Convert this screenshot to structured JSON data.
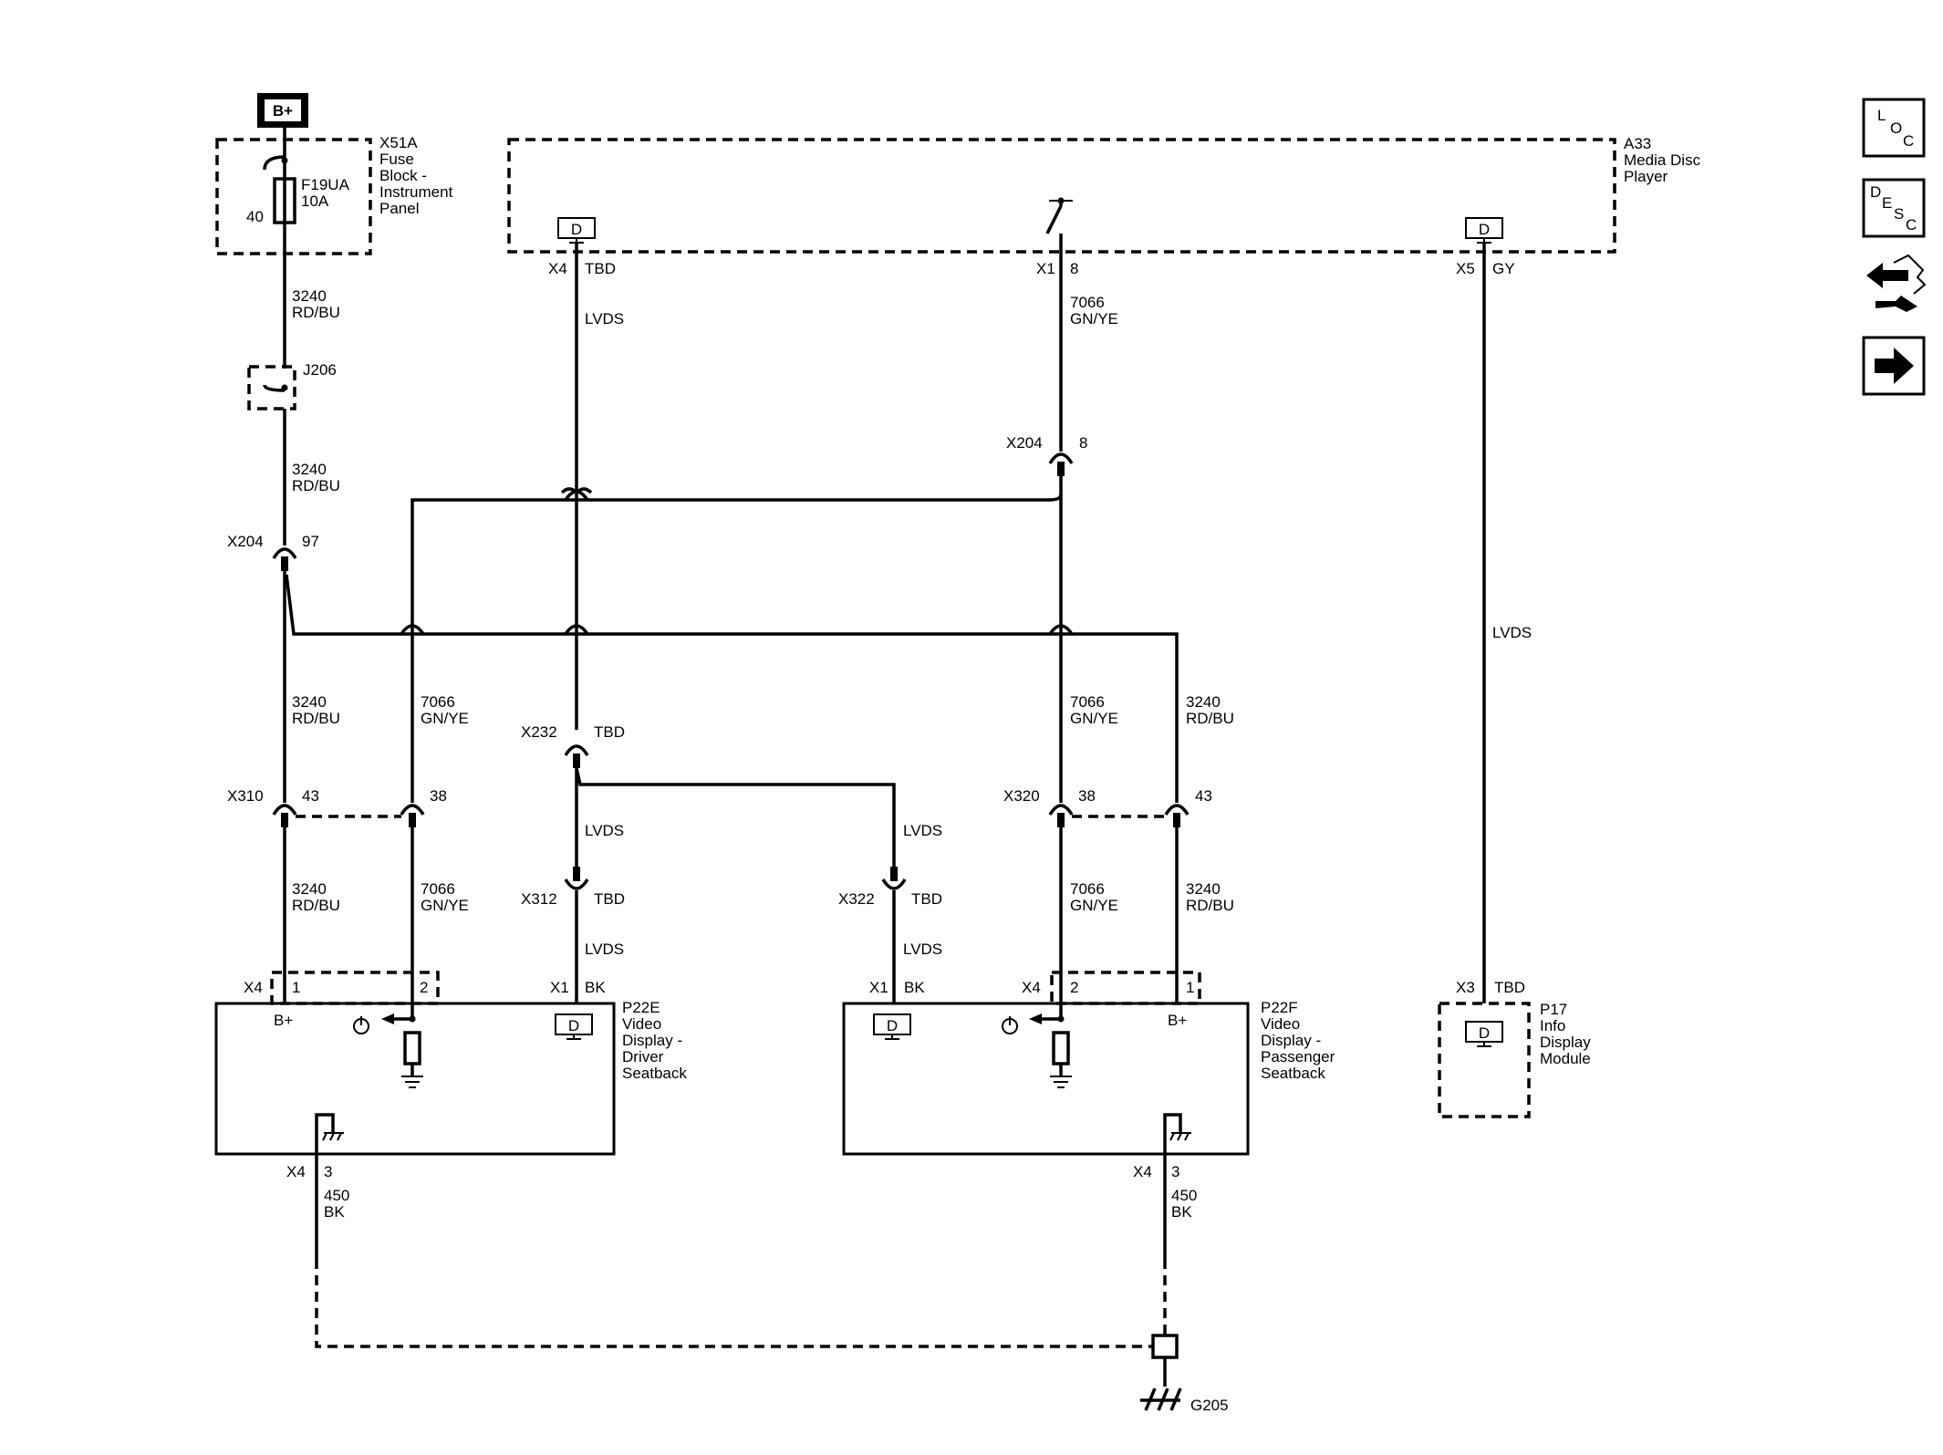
{
  "battery": {
    "label": "B+"
  },
  "fuse_block": {
    "name": "X51A",
    "desc": [
      "Fuse",
      "Block -",
      "Instrument",
      "Panel"
    ],
    "fuse": "F19UA",
    "rating": "10A",
    "pin": "40"
  },
  "media_player": {
    "name": "A33",
    "desc": [
      "Media Disc",
      "Player"
    ]
  },
  "splice": {
    "name": "J206"
  },
  "circuits": {
    "c3240": "3240",
    "c7066": "7066",
    "c450": "450"
  },
  "colors": {
    "rdbu": "RD/BU",
    "gnye": "GN/YE",
    "bk": "BK",
    "gy": "GY",
    "tbd": "TBD"
  },
  "lvds": "LVDS",
  "connectors": {
    "x1": "X1",
    "x3": "X3",
    "x4": "X4",
    "x5": "X5",
    "x204": "X204",
    "x232": "X232",
    "x310": "X310",
    "x312": "X312",
    "x320": "X320",
    "x322": "X322"
  },
  "pins": {
    "p1": "1",
    "p2": "2",
    "p3": "3",
    "p8": "8",
    "p38": "38",
    "p43": "43",
    "p97": "97"
  },
  "display_icon": "D",
  "bplus_label": "B+",
  "p22e": {
    "name": "P22E",
    "desc": [
      "Video",
      "Display -",
      "Driver",
      "Seatback"
    ]
  },
  "p22f": {
    "name": "P22F",
    "desc": [
      "Video",
      "Display -",
      "Passenger",
      "Seatback"
    ]
  },
  "p17": {
    "name": "P17",
    "desc": [
      "Info",
      "Display",
      "Module"
    ]
  },
  "ground": {
    "name": "G205"
  },
  "nav": {
    "loc": [
      "L",
      "O",
      "C"
    ],
    "desc": [
      "D",
      "E",
      "S",
      "C"
    ],
    "icons": [
      "swap-wrench-icon",
      "arrow-right-icon"
    ]
  },
  "accent_color": "#000000"
}
